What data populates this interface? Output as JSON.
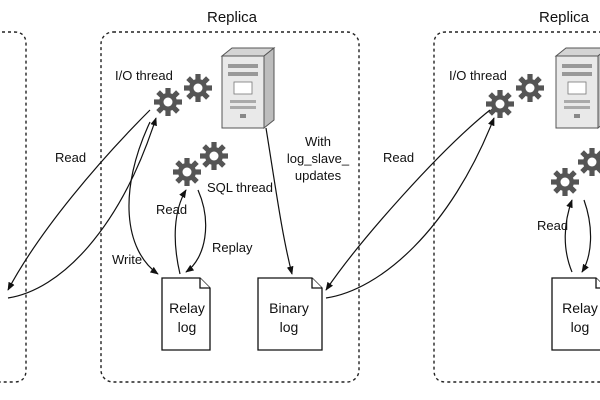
{
  "replica_left": {
    "title": "Replica",
    "io_thread_label": "I/O thread",
    "sql_thread_label": "SQL thread",
    "read_label_source": "Read",
    "read_label_relay": "Read",
    "write_label": "Write",
    "replay_label": "Replay",
    "log_slave_updates_label": [
      "With",
      "log_slave_",
      "updates"
    ],
    "relay_log_label": [
      "Relay",
      "log"
    ],
    "binary_log_label": [
      "Binary",
      "log"
    ]
  },
  "replica_right": {
    "title": "Replica",
    "io_thread_label": "I/O thread",
    "read_label_source": "Read",
    "read_label_relay": "Read",
    "relay_log_label": [
      "Relay",
      "log"
    ]
  },
  "icons": {
    "gear": "gear-icon",
    "server": "server-icon",
    "document": "document-icon"
  }
}
